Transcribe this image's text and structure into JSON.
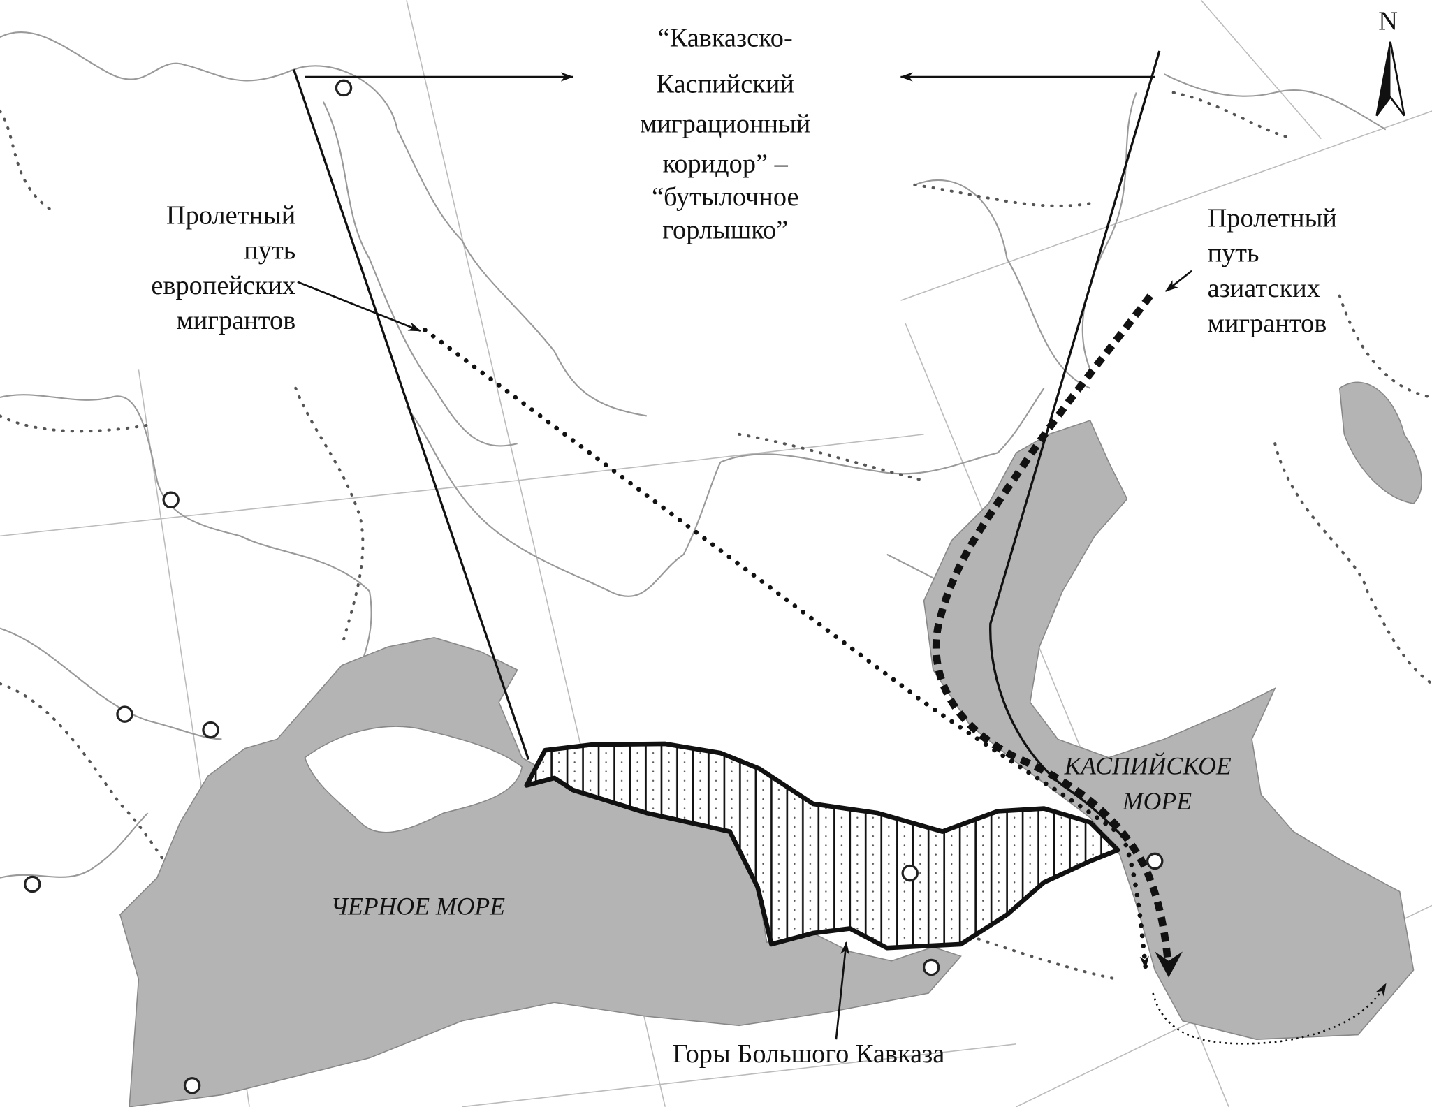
{
  "corridor_label": [
    "“Кавказско-",
    "Каспийский",
    "миграционный",
    "коридор” –",
    "“бутылочное",
    "горлышко”"
  ],
  "european_route_label": [
    "Пролетный",
    "путь",
    "европейских",
    "мигрантов"
  ],
  "asian_route_label": [
    "Пролетный",
    "путь",
    "азиатских",
    "мигрантов"
  ],
  "caspian_sea_label": [
    "КАСПИЙСКОЕ",
    "МОРЕ"
  ],
  "black_sea_label": "ЧЕРНОЕ МОРЕ",
  "mountains_label": "Горы Большого Кавказа",
  "north_label": "N",
  "colors": {
    "water": "#b4b4b4",
    "lines": "#111111"
  }
}
